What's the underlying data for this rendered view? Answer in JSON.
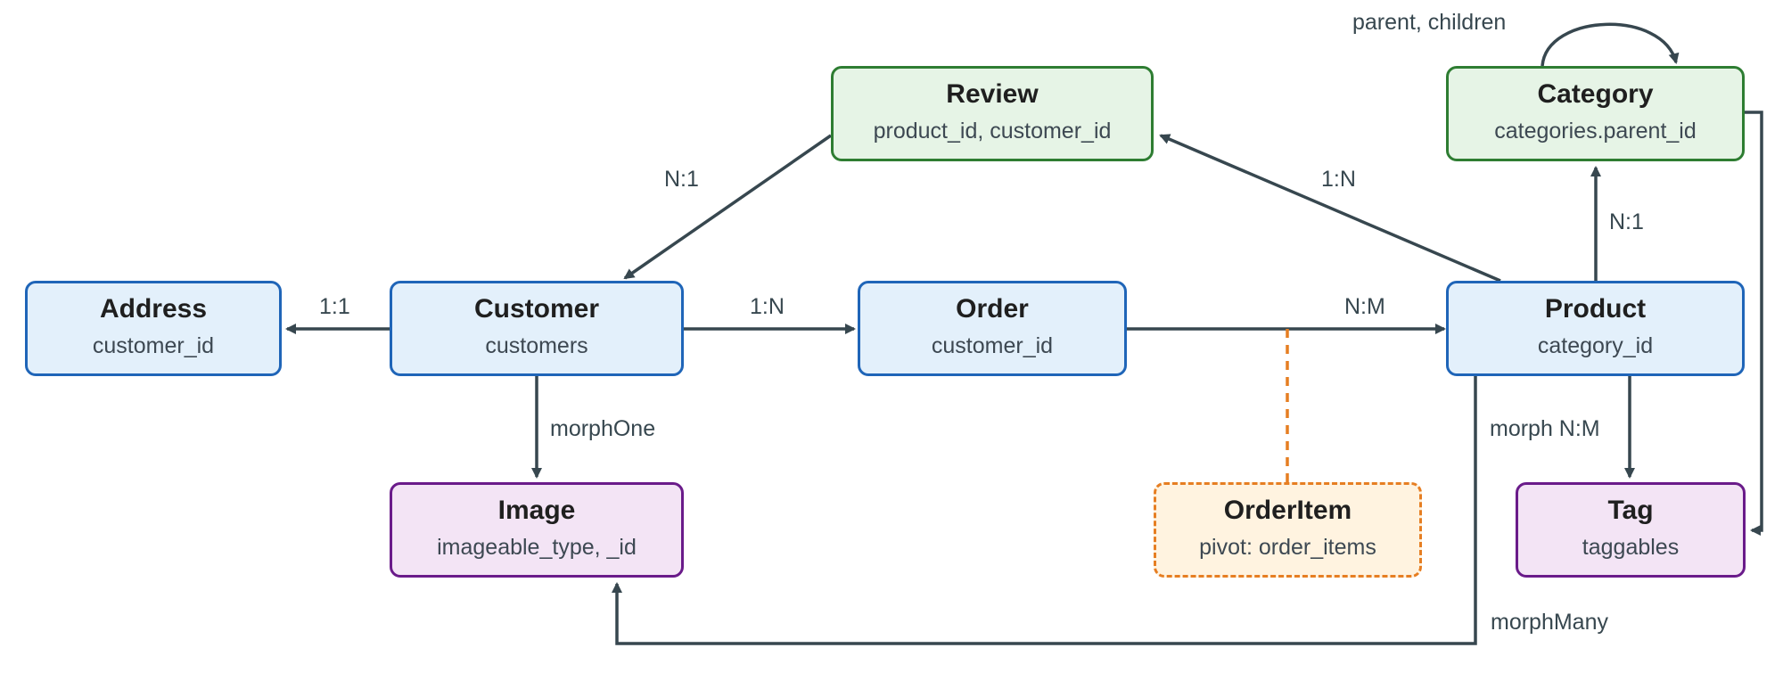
{
  "nodes": {
    "review": {
      "title": "Review",
      "sub": "product_id, customer_id"
    },
    "category": {
      "title": "Category",
      "sub": "categories.parent_id"
    },
    "address": {
      "title": "Address",
      "sub": "customer_id"
    },
    "customer": {
      "title": "Customer",
      "sub": "customers"
    },
    "order": {
      "title": "Order",
      "sub": "customer_id"
    },
    "product": {
      "title": "Product",
      "sub": "category_id"
    },
    "image": {
      "title": "Image",
      "sub": "imageable_type, _id"
    },
    "orderitem": {
      "title": "OrderItem",
      "sub": "pivot: order_items"
    },
    "tag": {
      "title": "Tag",
      "sub": "taggables"
    }
  },
  "edge_labels": {
    "self_ref": "parent, children",
    "review_customer": "N:1",
    "product_review": "1:N",
    "product_category": "N:1",
    "customer_address": "1:1",
    "customer_order": "1:N",
    "order_product": "N:M",
    "customer_image": "morphOne",
    "product_tag": "morph N:M",
    "product_image": "morphMany"
  },
  "colors": {
    "edge": "#37474f",
    "pivot_edge": "#e67e22",
    "entity_fill": "#e3f0fb",
    "entity_border": "#1f65b8",
    "green_fill": "#e6f4e6",
    "green_border": "#2e7d32",
    "purple_fill": "#f3e4f5",
    "purple_border": "#6a1b8a",
    "orange_fill": "#fff3e0",
    "orange_border": "#e67e22"
  }
}
